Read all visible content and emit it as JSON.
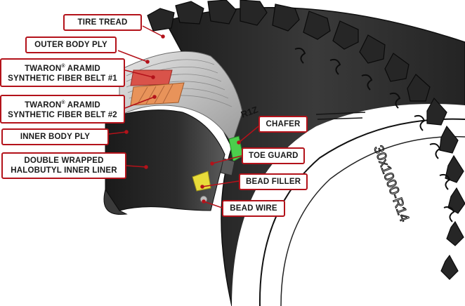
{
  "labels": {
    "tire_tread": "TIRE TREAD",
    "outer_body_ply": "OUTER BODY PLY",
    "belt1_line1": "TWARON",
    "belt1_reg": "®",
    "belt1_line1b": " ARAMID",
    "belt1_line2": "SYNTHETIC FIBER BELT #1",
    "belt2_line1": "TWARON",
    "belt2_reg": "®",
    "belt2_line1b": " ARAMID",
    "belt2_line2": "SYNTHETIC FIBER BELT #2",
    "inner_body_ply": "INNER BODY PLY",
    "inner_liner_line1": "DOUBLE WRAPPED",
    "inner_liner_line2": "HALOBUTYL INNER LINER",
    "chafer": "CHAFER",
    "toe_guard": "TOE GUARD",
    "bead_filler": "BEAD FILLER",
    "bead_wire": "BEAD WIRE"
  },
  "sidewall_text": {
    "size": "30x1000-R14",
    "partial": "R1Z"
  },
  "colors": {
    "callout_border": "#b3121a",
    "leader_line": "#b3121a",
    "belt1_fill": "#d9534a",
    "belt2_fill": "#e8935a",
    "chafer_fill": "#4ccf4c",
    "bead_filler_fill": "#e8dc3a",
    "tire_dark": "#2a2a2a",
    "tire_mid": "#4a4a4a"
  }
}
